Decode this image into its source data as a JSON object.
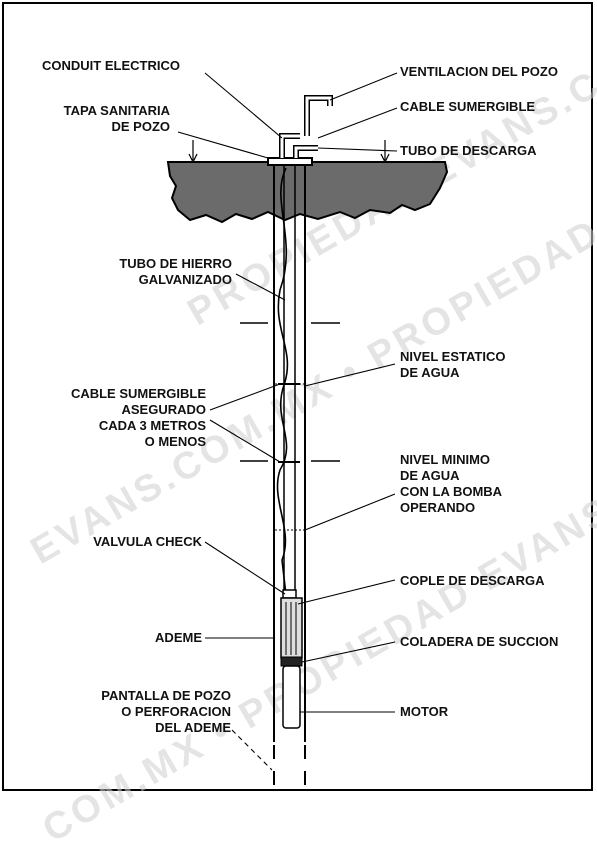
{
  "labels": {
    "conduit": "CONDUIT ELECTRICO",
    "ventilacion": "VENTILACION DEL POZO",
    "tapa": "TAPA SANITARIA\nDE POZO",
    "cable_sumergible": "CABLE SUMERGIBLE",
    "tubo_descarga": "TUBO DE DESCARGA",
    "tubo_hierro": "TUBO DE HIERRO\nGALVANIZADO",
    "nivel_estatico": "NIVEL ESTATICO\nDE AGUA",
    "cable_asegurado": "CABLE SUMERGIBLE\nASEGURADO\nCADA 3 METROS\nO MENOS",
    "nivel_minimo": "NIVEL MINIMO\nDE AGUA\nCON LA BOMBA\nOPERANDO",
    "valvula": "VALVULA CHECK",
    "cople": "COPLE DE DESCARGA",
    "ademe": "ADEME",
    "coladera": "COLADERA DE SUCCION",
    "pantalla": "PANTALLA DE POZO\nO PERFORACION\nDEL ADEME",
    "motor": "MOTOR"
  },
  "watermark": {
    "line1": "PROPIEDAD EVANS.COM.MX",
    "line2": "EVANS.COM.MX • PROPIEDAD EVANS",
    "line3": "COM.MX • PROPIEDAD EVANS.COM.MX"
  }
}
